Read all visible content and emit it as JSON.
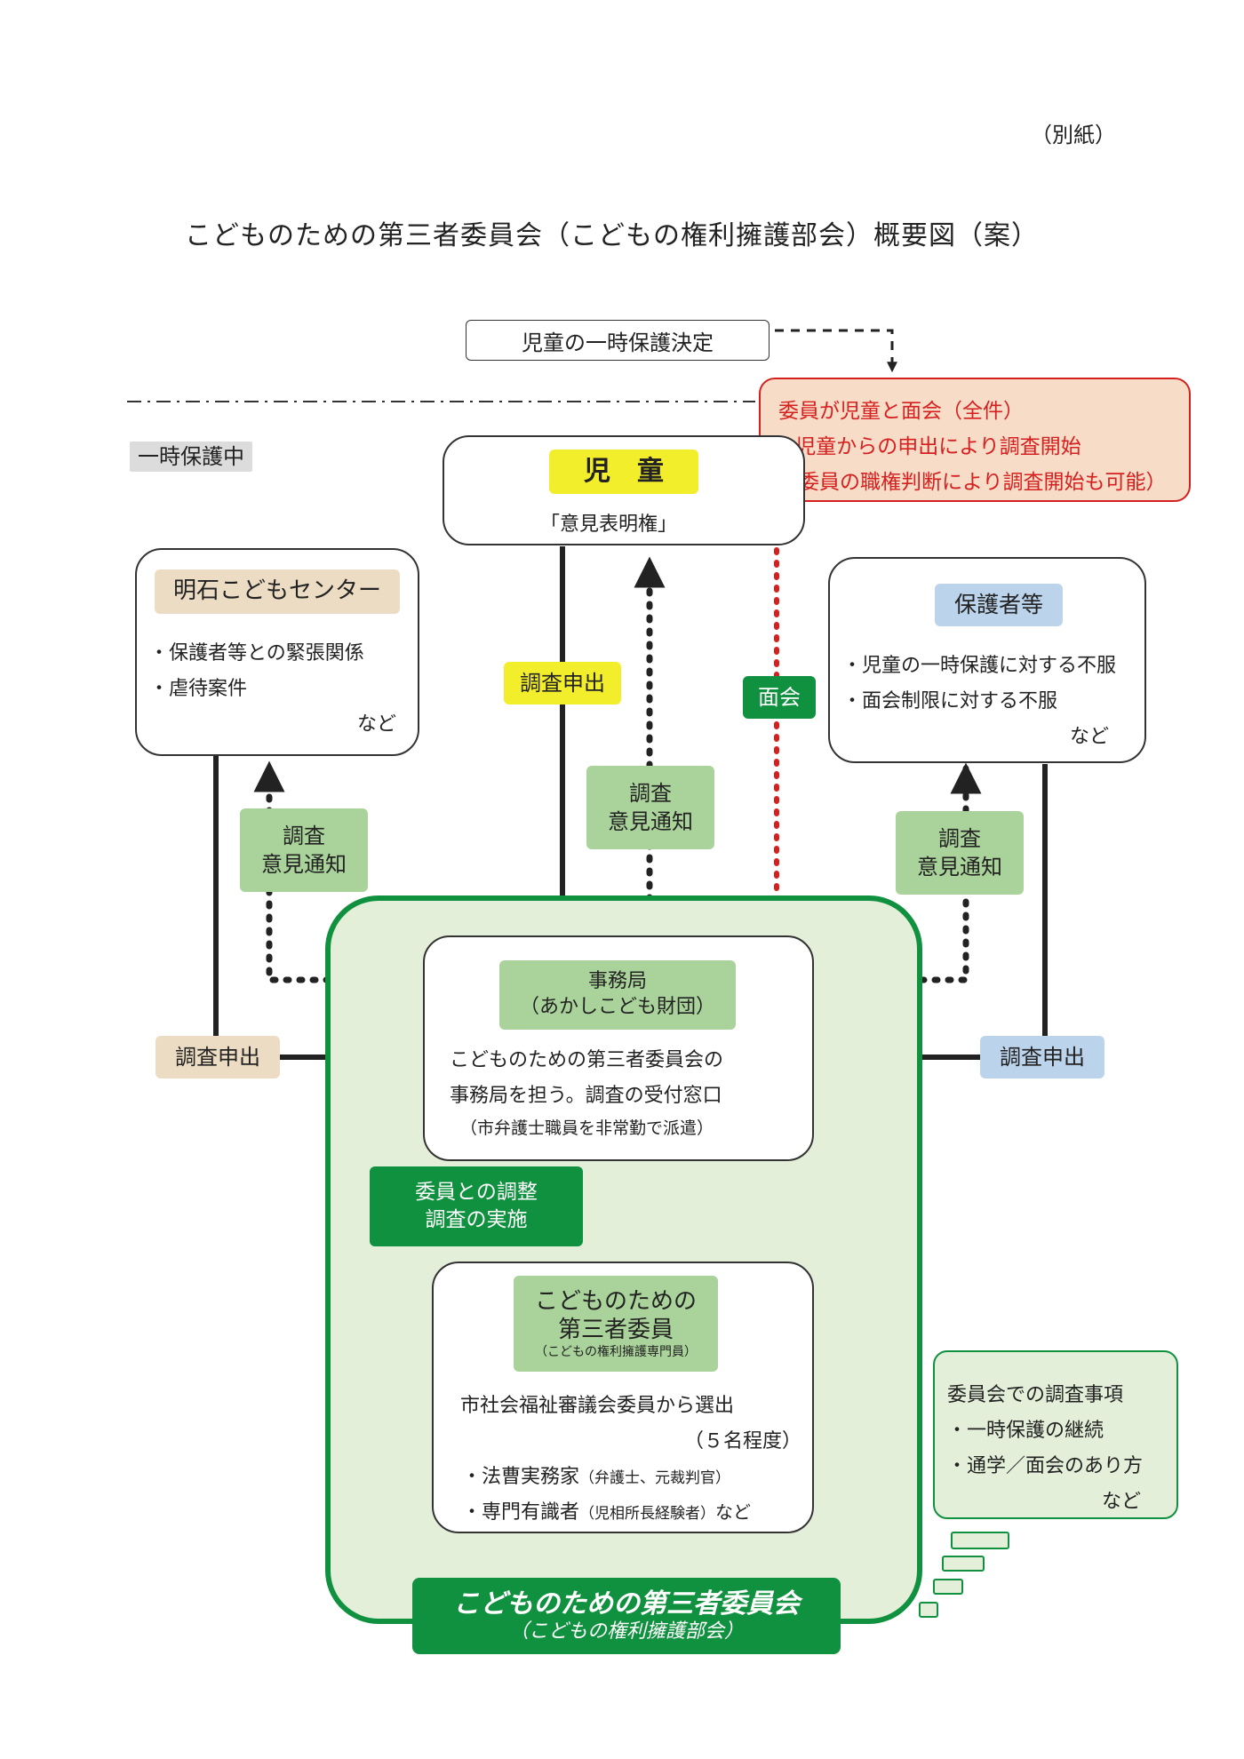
{
  "header": {
    "annex": "（別紙）",
    "title": "こどものための第三者委員会（こどもの権利擁護部会）概要図（案）"
  },
  "decision": {
    "label": "児童の一時保護決定"
  },
  "zone": {
    "label": "一時保護中"
  },
  "meeting_box": {
    "lines": [
      "委員が児童と面会（全件）",
      "※児童からの申出により調査開始",
      "（委員の職権判断により調査開始も可能）"
    ]
  },
  "child": {
    "title": "児　童",
    "subtitle": "「意見表明権」"
  },
  "akashi_center": {
    "title": "明石こどもセンター",
    "items": [
      "・保護者等との緊張関係",
      "・虐待案件"
    ],
    "etc": "など"
  },
  "guardians": {
    "title": "保護者等",
    "items": [
      "・児童の一時保護に対する不服",
      "・面会制限に対する不服"
    ],
    "etc": "など"
  },
  "labels": {
    "request_child": "調査申出",
    "meeting": "面会",
    "notice_line1": "調査",
    "notice_line2": "意見通知",
    "request_left": "調査申出",
    "request_right": "調査申出",
    "coordination_line1": "委員との調整",
    "coordination_line2": "調査の実施"
  },
  "secretariat": {
    "title_line1": "事務局",
    "title_line2": "（あかしこども財団）",
    "desc_line1": "こどものための第三者委員会の",
    "desc_line2": "事務局を担う。調査の受付窓口",
    "desc_line3": "（市弁護士職員を非常勤で派遣）"
  },
  "members": {
    "title_line1": "こどものための",
    "title_line2": "第三者委員",
    "title_sub": "（こどもの権利擁護専門員）",
    "desc_line1": "市社会福祉審議会委員から選出",
    "desc_line2": "（５名程度）",
    "item1_main": "・法曹実務家",
    "item1_sub": "（弁護士、元裁判官）",
    "item2_main": "・専門有識者",
    "item2_sub": "（児相所長経験者）",
    "item2_etc": "など"
  },
  "committee": {
    "name": "こどものための第三者委員会",
    "sub": "（こどもの権利擁護部会）"
  },
  "survey_items": {
    "title": "委員会での調査事項",
    "items": [
      "・一時保護の継続",
      "・通学／面会のあり方"
    ],
    "etc": "など"
  },
  "colors": {
    "green_dark": "#10913f",
    "green_light": "#a9d39a",
    "green_bg": "#e4efd9",
    "yellow": "#f3ee2b",
    "beige": "#eddcc4",
    "blue_light": "#bcd3ec",
    "red": "#d6201f",
    "red_bg": "#f7dcc8"
  }
}
